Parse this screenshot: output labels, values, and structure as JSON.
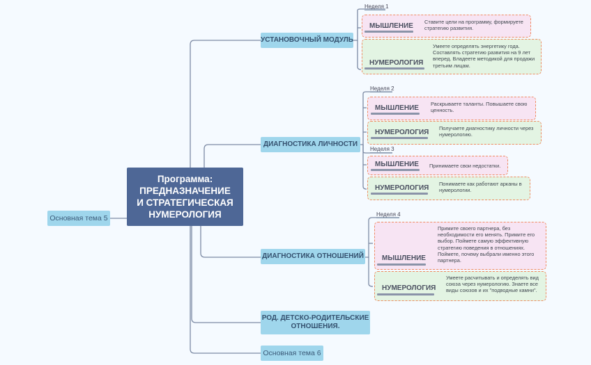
{
  "root": {
    "line1": "Программа:",
    "line2": "ПРЕДНАЗНАЧЕНИЕ",
    "line3": "И СТРАТЕГИЧЕСКАЯ",
    "line4": "НУМЕРОЛОГИЯ"
  },
  "left_topic": "Основная тема 5",
  "topics": {
    "t1": "УСТАНОВОЧНЫЙ МОДУЛЬ",
    "t2": "ДИАГНОСТИКА ЛИЧНОСТИ",
    "t3": "ДИАГНОСТИКА ОТНОШЕНИЙ",
    "t4_line1": "РОД.  ДЕТСКО-РОДИТЕЛЬСКИЕ",
    "t4_line2": "ОТНОШЕНИЯ.",
    "t5": "Основная тема 6"
  },
  "weeks": {
    "w1": "Неделя 1",
    "w2": "Неделя 2",
    "w3": "Неделя 3",
    "w4": "Неделя 4"
  },
  "labels": {
    "thinking": "МЫШЛЕНИЕ",
    "numerology": "НУМЕРОЛОГИЯ"
  },
  "descriptions": {
    "w1_thinking": [
      "Ставите цели на программу, формируете",
      "стратегию развития."
    ],
    "w1_numerology": [
      "Умеете определять энергетику года.",
      "Составлять стратегию развития на 9 лет",
      "вперед. Владеете методикой для продажи",
      "третьим лицам."
    ],
    "w2_thinking": [
      "Раскрываете таланты. Повышаете свою",
      "ценность."
    ],
    "w2_numerology": [
      "Получаете диагностику личности через",
      "нумерологию."
    ],
    "w3_thinking": [
      "Принимаете свои недостатки."
    ],
    "w3_numerology": [
      "Понимаете как работают арканы в",
      "нумерологии."
    ],
    "w4_thinking": [
      "Примите своего партнера, без",
      "необходимости его менять. Примите его",
      "выбор. Поймете самую эффективную",
      "стратегию поведения в отношениях.",
      "Поймете, почему выбрали именно этого",
      "партнера."
    ],
    "w4_numerology": [
      "Умеете расчитывать и определять вид",
      "союза через нумерологию. Знаете все",
      "виды союзов и их \"подводные камни\"."
    ]
  },
  "colors": {
    "root": "#4e6796",
    "topic": "#9fd6ec",
    "thinking_box": "#f7e4f3",
    "numerology_box": "#e3f4e3",
    "dashed_border": "#ef8a60",
    "connector": "#7c8aa4"
  }
}
